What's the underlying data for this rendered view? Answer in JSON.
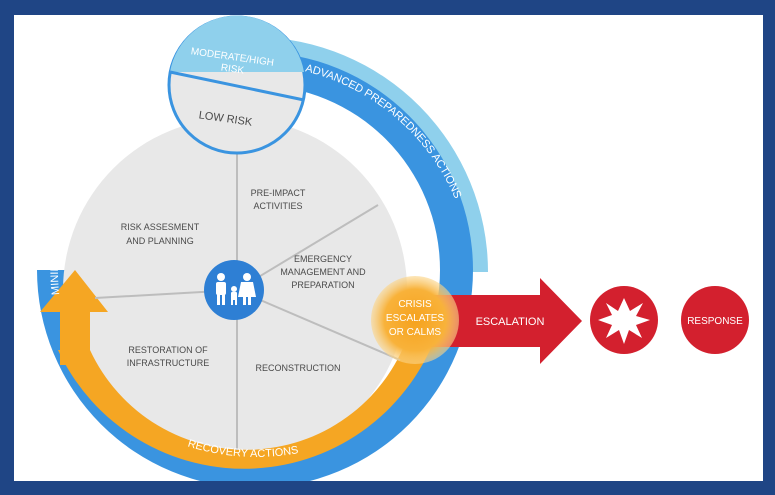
{
  "risk_levels": {
    "top_line1": "MODERATE/HIGH",
    "top_line2": "RISK",
    "bottom": "LOW RISK"
  },
  "arcs": {
    "minimum": "MINIMUM PREPAREDNESS ACTIONS",
    "advanced": "ADVANCED PREPAREDNESS ACTIONS",
    "recovery": "RECOVERY ACTIONS"
  },
  "segments": {
    "pre_impact_line1": "PRE-IMPACT",
    "pre_impact_line2": "ACTIVITIES",
    "risk_line1": "RISK ASSESMENT",
    "risk_line2": "AND PLANNING",
    "emergency_line1": "EMERGENCY",
    "emergency_line2": "MANAGEMENT AND",
    "emergency_line3": "PREPARATION",
    "restoration_line1": "RESTORATION OF",
    "restoration_line2": "INFRASTRUCTURE",
    "reconstruction": "RECONSTRUCTION"
  },
  "crisis": {
    "line1": "CRISIS",
    "line2": "ESCALATES",
    "line3": "OR CALMS"
  },
  "flow": {
    "escalation": "ESCALATION",
    "response": "RESPONSE"
  },
  "icons": {
    "center": "family-icon",
    "burst": "explosion-icon"
  },
  "colors": {
    "frame": "#1f4585",
    "blue": "#3a94e0",
    "light_blue": "#8fd0ec",
    "orange": "#f5a623",
    "red": "#d3202e",
    "gray": "#e8e8e8"
  }
}
